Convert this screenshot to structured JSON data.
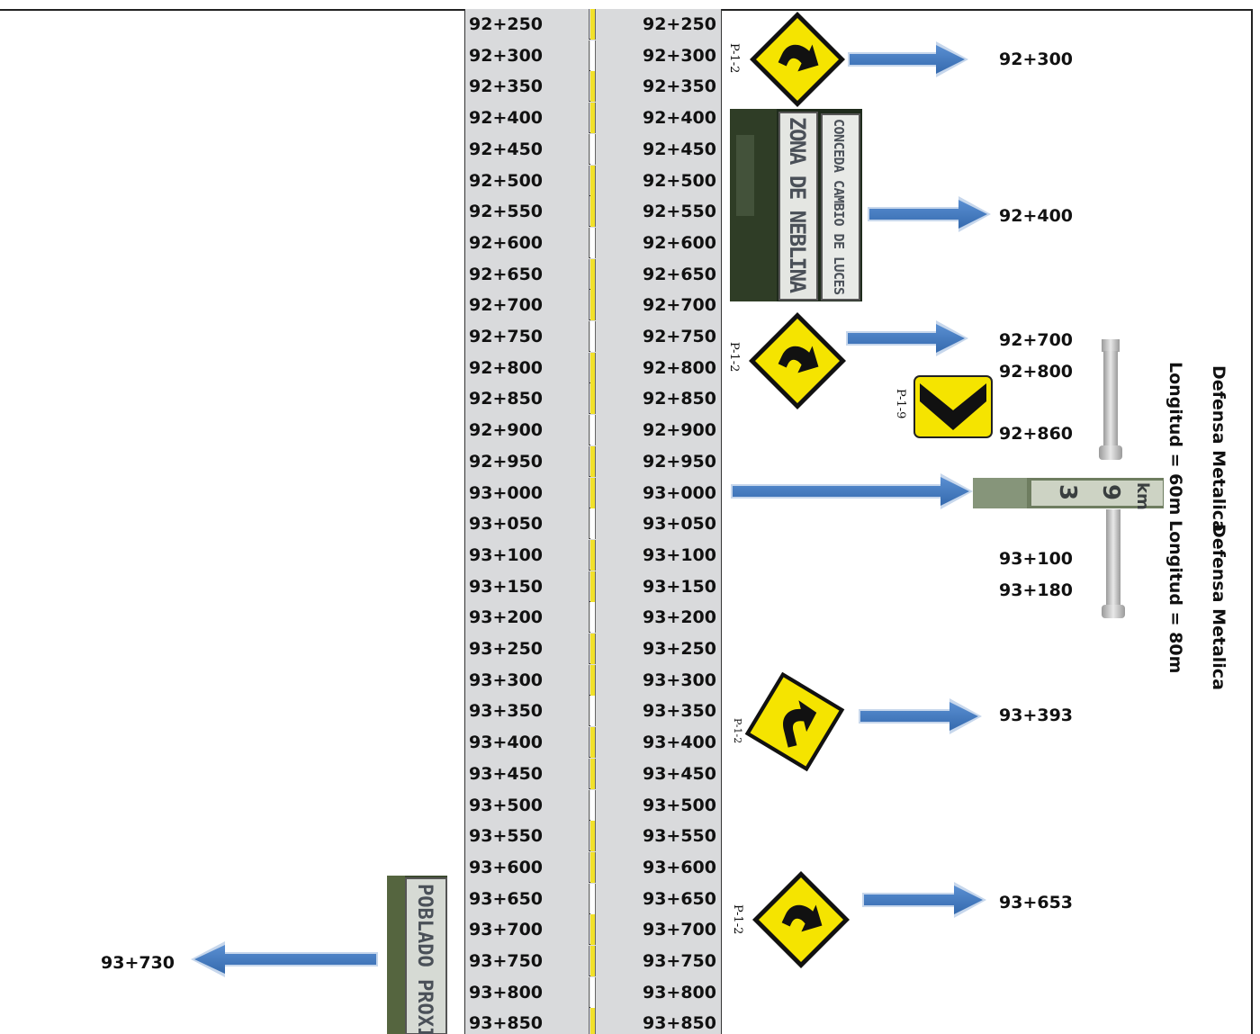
{
  "stations": [
    "92+250",
    "92+300",
    "92+350",
    "92+400",
    "92+450",
    "92+500",
    "92+550",
    "92+600",
    "92+650",
    "92+700",
    "92+750",
    "92+800",
    "92+850",
    "92+900",
    "92+950",
    "93+000",
    "93+050",
    "93+100",
    "93+150",
    "93+200",
    "93+250",
    "93+300",
    "93+350",
    "93+400",
    "93+450",
    "93+500",
    "93+550",
    "93+600",
    "93+650",
    "93+700",
    "93+750",
    "93+800",
    "93+850"
  ],
  "centerline_dashes": [
    true,
    false,
    true,
    true,
    false,
    true,
    true,
    false,
    true,
    true,
    false,
    true,
    true,
    false,
    true,
    true,
    false,
    true,
    true,
    false,
    true,
    true,
    false,
    true,
    true,
    false,
    true,
    true,
    false,
    true,
    true,
    false,
    true
  ],
  "signs": [
    {
      "code": "P-1-2",
      "label": "92+300"
    },
    {
      "label": "92+400",
      "panel_left": "ZONA DE NEBLINA",
      "panel_right": "CONCEDA CAMBIO DE LUCES"
    },
    {
      "code": "P-1-2",
      "label": "92+700"
    },
    {
      "code": "P-1-9",
      "label_top": "92+800",
      "label_bottom": "92+860"
    },
    {
      "label": "93+000",
      "km_marker": {
        "left": "3",
        "right": "9",
        "unit": "km"
      }
    },
    {
      "code": "P-1-2",
      "label": "93+393"
    },
    {
      "code": "P-1-2",
      "label": "93+653"
    },
    {
      "label": "93+730",
      "panel": "POBLADO PROXIMO"
    }
  ],
  "guardrails": [
    {
      "title": "Defensa Metalica",
      "length": "Longitud = 60m"
    },
    {
      "title": "Defensa Metalica",
      "length": "Longitud = 80m",
      "start": "93+100",
      "end": "93+180"
    }
  ],
  "colors": {
    "sign_yellow": "#f5e400",
    "arrow_blue": "#3f77bf",
    "centerline_yellow": "#f2e12a",
    "table_gray": "#d9dadc"
  }
}
